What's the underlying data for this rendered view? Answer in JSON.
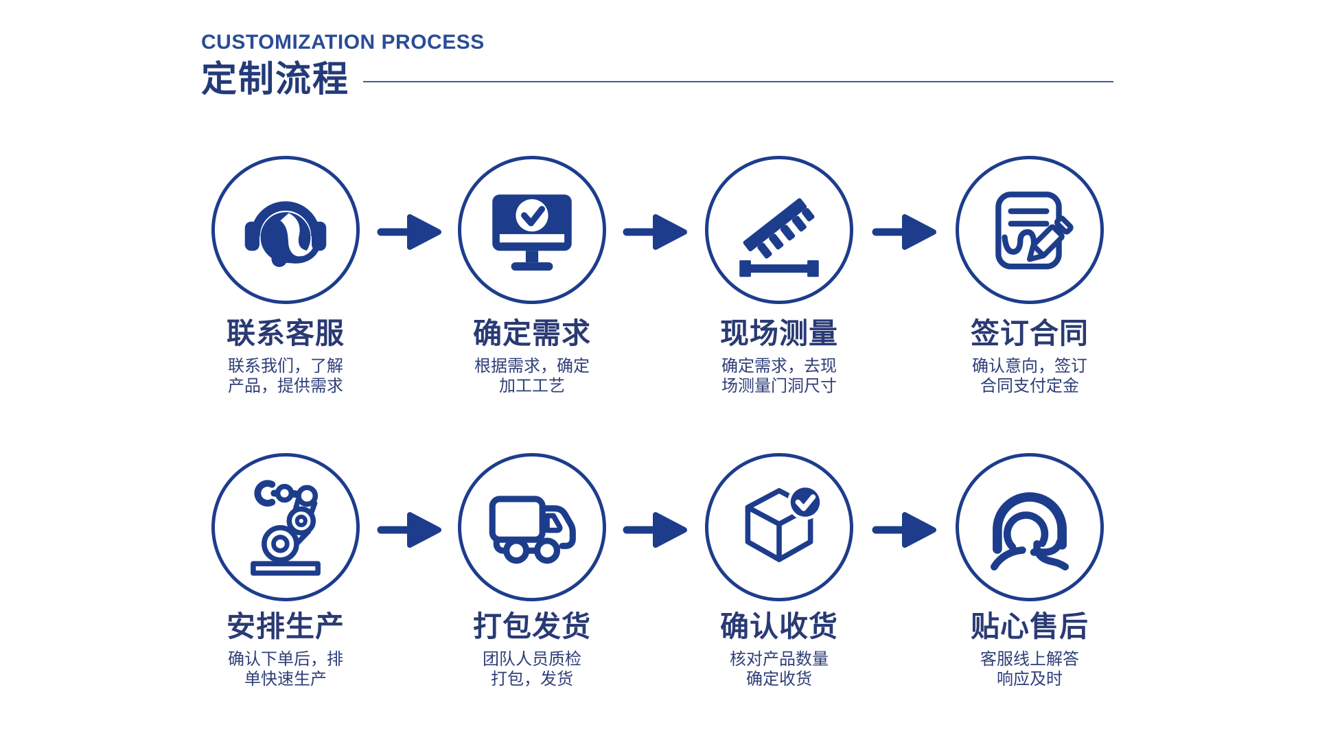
{
  "header": {
    "subtitle": "CUSTOMIZATION PROCESS",
    "title": "定制流程"
  },
  "colors": {
    "primary": "#1d3d8c",
    "title_text": "#293a74",
    "desc_text": "#2e3e78",
    "header_en": "#2b4c96",
    "header_zh": "#243a78",
    "divider": "#3d5a9e"
  },
  "steps": [
    {
      "icon": "customer-service-icon",
      "title": "联系客服",
      "desc": [
        "联系我们，了解",
        "产品，提供需求"
      ]
    },
    {
      "icon": "monitor-check-icon",
      "title": "确定需求",
      "desc": [
        "根据需求，确定",
        "加工工艺"
      ]
    },
    {
      "icon": "ruler-measure-icon",
      "title": "现场测量",
      "desc": [
        "确定需求，去现",
        "场测量门洞尺寸"
      ]
    },
    {
      "icon": "contract-sign-icon",
      "title": "签订合同",
      "desc": [
        "确认意向，签订",
        "合同支付定金"
      ]
    },
    {
      "icon": "robot-arm-icon",
      "title": "安排生产",
      "desc": [
        "确认下单后，排",
        "单快速生产"
      ]
    },
    {
      "icon": "delivery-truck-icon",
      "title": "打包发货",
      "desc": [
        "团队人员质检",
        "打包，发货"
      ]
    },
    {
      "icon": "box-check-icon",
      "title": "确认收货",
      "desc": [
        "核对产品数量",
        "确定收货"
      ]
    },
    {
      "icon": "after-sales-icon",
      "title": "贴心售后",
      "desc": [
        "客服线上解答",
        "响应及时"
      ]
    }
  ]
}
